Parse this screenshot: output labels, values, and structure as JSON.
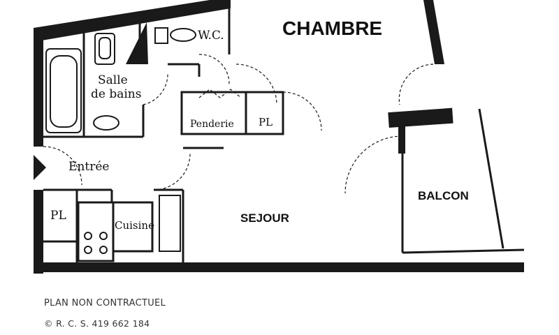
{
  "rooms": {
    "chambre": "CHAMBRE",
    "wc": "W.C.",
    "salle_de_bains_line1": "Salle",
    "salle_de_bains_line2": "de bains",
    "penderie": "Penderie",
    "pl_bedroom": "PL",
    "entree": "Entrée",
    "pl_entrance": "PL",
    "cuisine": "Cuisine",
    "sejour": "SEJOUR",
    "balcon": "BALCON"
  },
  "footer": {
    "note": "PLAN NON CONTRACTUEL",
    "rcs": "© R. C. S. 419 662 184"
  }
}
